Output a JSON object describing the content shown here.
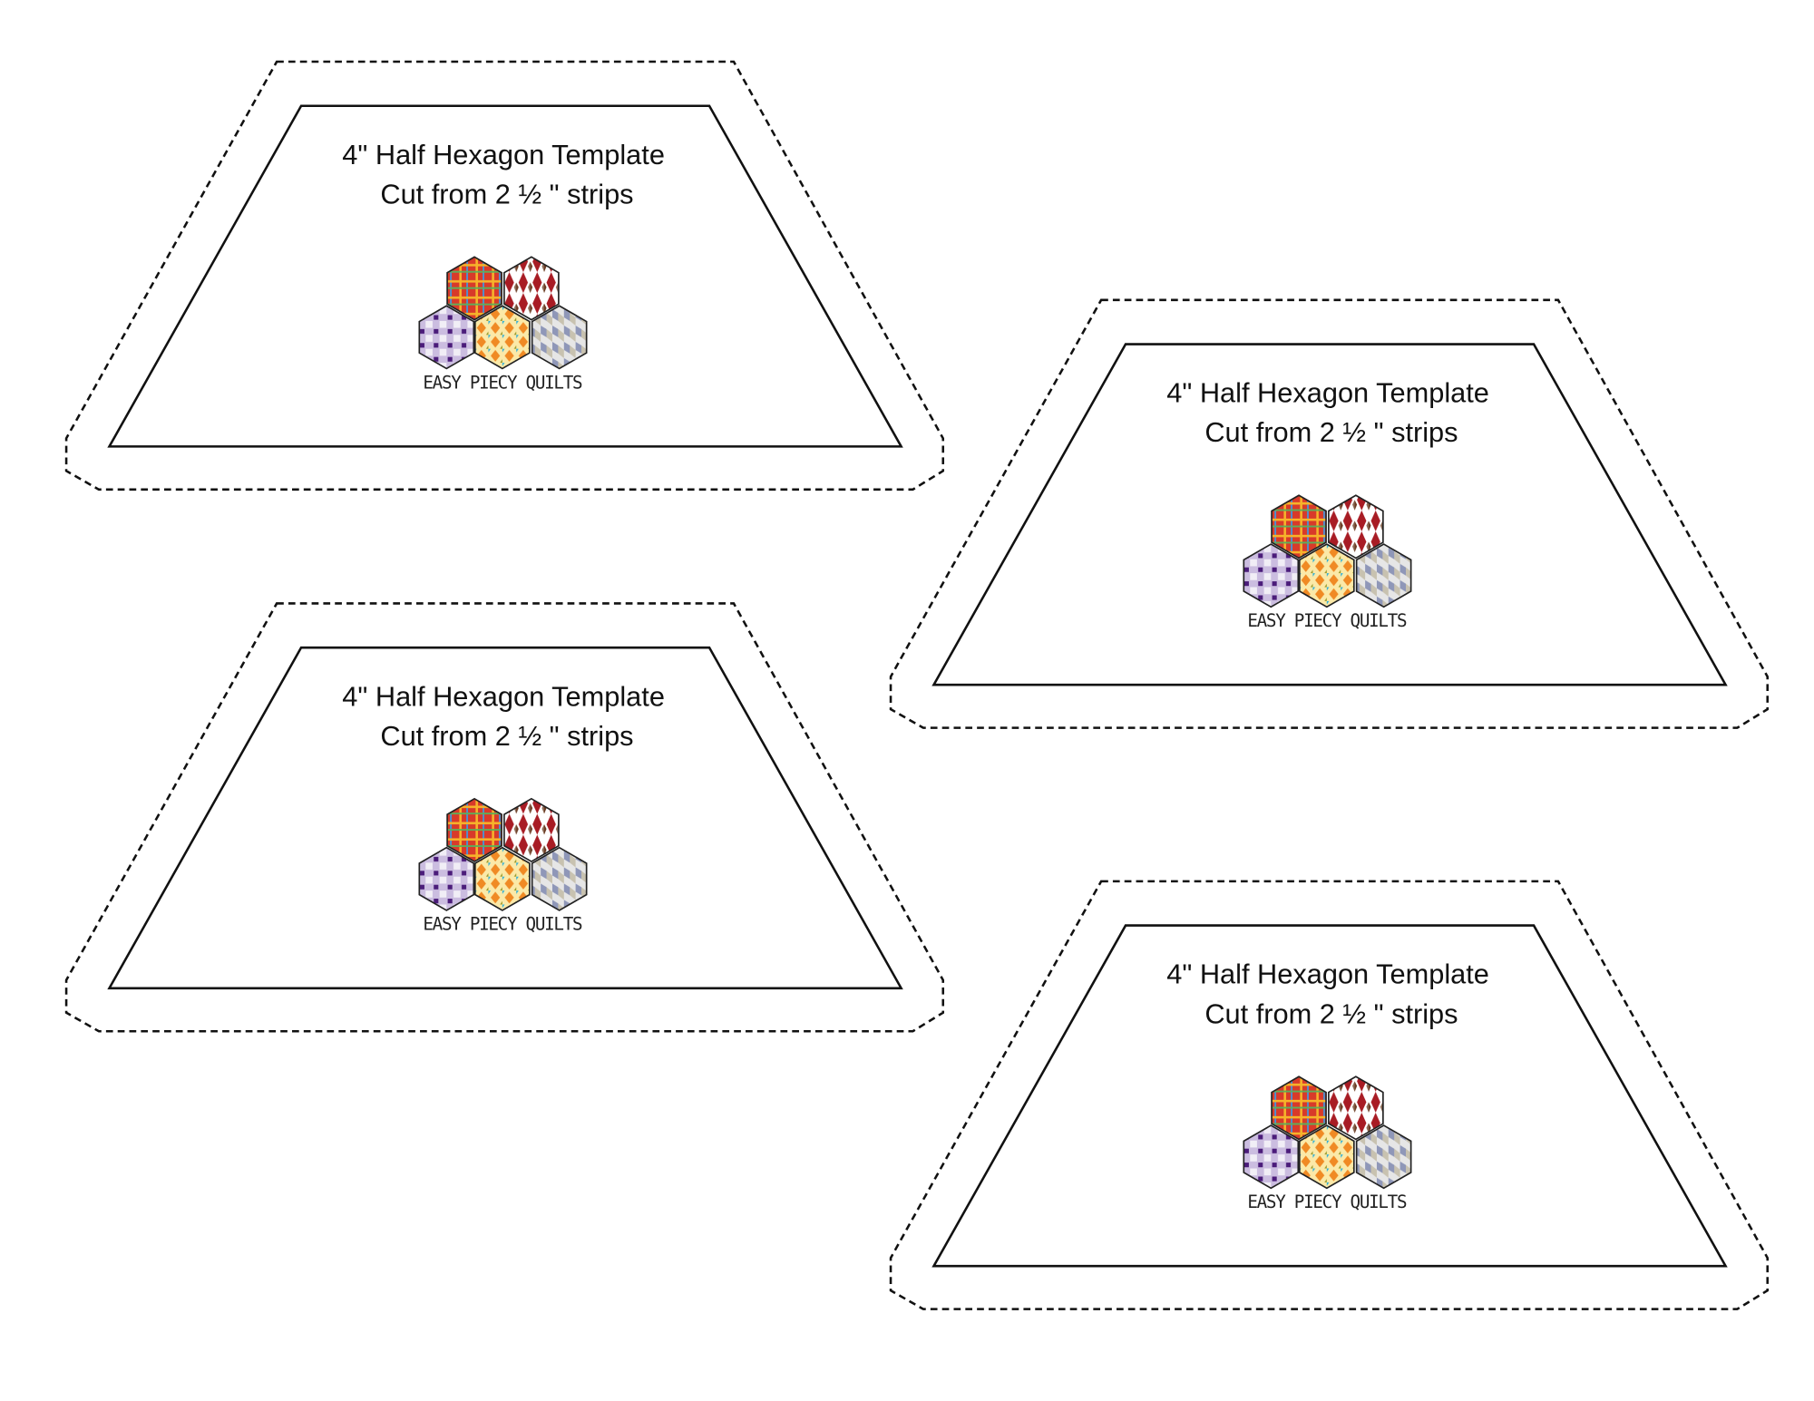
{
  "templates": [
    {
      "title": "4\" Half Hexagon Template",
      "subtitle": "Cut from 2 ½ \" strips",
      "brand": "EASY PIECY QUILTS"
    },
    {
      "title": "4\" Half Hexagon Template",
      "subtitle": "Cut from 2 ½ \" strips",
      "brand": "EASY PIECY QUILTS"
    },
    {
      "title": "4\" Half Hexagon Template",
      "subtitle": "Cut from 2 ½ \" strips",
      "brand": "EASY PIECY QUILTS"
    },
    {
      "title": "4\" Half Hexagon Template",
      "subtitle": "Cut from 2 ½ \" strips",
      "brand": "EASY PIECY QUILTS"
    }
  ],
  "colors": {
    "line": "#111111",
    "plaid": "#d83a2a",
    "argyle_brown": "#6b3a22",
    "argyle_red": "#a81c24",
    "purple": "#4b1c7a",
    "lavender": "#cbbde0",
    "diamond_orange": "#f08a24",
    "diamond_blue": "#2fb0d8",
    "cube_grey": "#8f97b8"
  }
}
